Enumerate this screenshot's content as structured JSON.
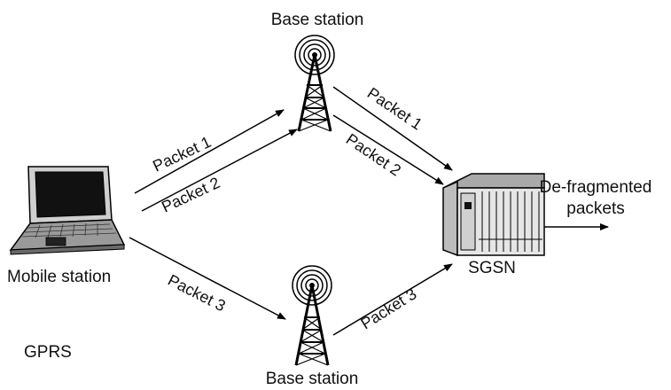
{
  "labels": {
    "base_station_top": "Base station",
    "base_station_bottom": "Base station",
    "mobile_station": "Mobile station",
    "sgsn": "SGSN",
    "defrag_line1": "De-fragmented",
    "defrag_line2": "packets",
    "gprs": "GPRS"
  },
  "packets": {
    "ms_to_top_1": "Packet 1",
    "ms_to_top_2": "Packet 2",
    "top_to_sgsn_1": "Packet 1",
    "top_to_sgsn_2": "Packet 2",
    "ms_to_bottom_3": "Packet 3",
    "bottom_to_sgsn_3": "Packet 3"
  },
  "icons": [
    "base-station-icon",
    "laptop-icon",
    "server-icon"
  ]
}
